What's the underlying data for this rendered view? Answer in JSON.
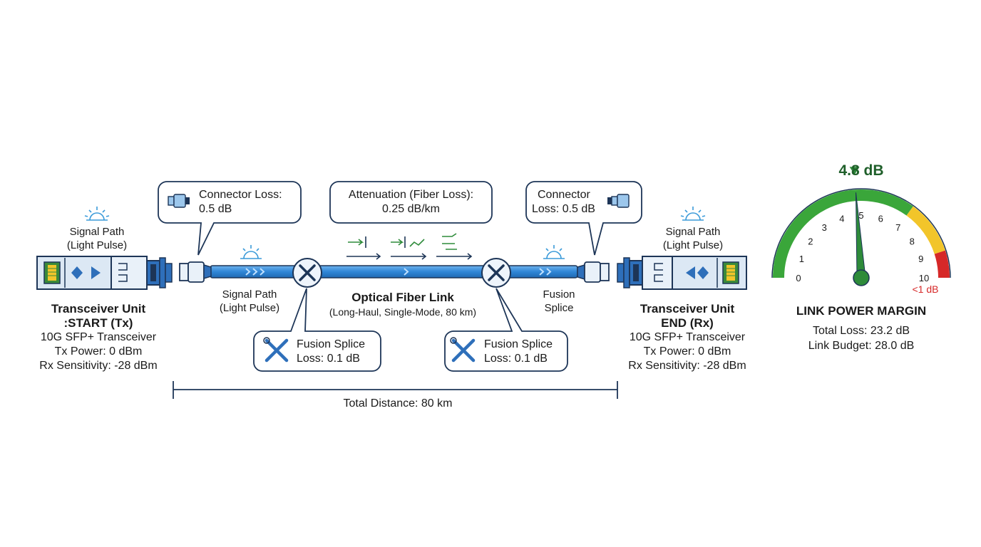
{
  "left_unit": {
    "signal_line1": "Signal Path",
    "signal_line2": "(Light Pulse)",
    "title_line1": "Transceiver Unit",
    "title_line2": ":START (Tx)",
    "spec1": "10G SFP+ Transceiver",
    "spec2": "Tx Power: 0 dBm",
    "spec3": "Rx Sensitivity: -28 dBm"
  },
  "right_unit": {
    "signal_line1": "Signal Path",
    "signal_line2": "(Light Pulse)",
    "title_line1": "Transceiver Unit",
    "title_line2": "END (Rx)",
    "spec1": "10G SFP+ Transceiver",
    "spec2": "Tx Power: 0 dBm",
    "spec3": "Rx Sensitivity: -28 dBm"
  },
  "callouts": {
    "connector_left_line1": "Connector Loss:",
    "connector_left_line2": "0.5 dB",
    "attenuation_line1": "Attenuation (Fiber Loss):",
    "attenuation_line2": "0.25 dB/km",
    "connector_right_line1": "Connector",
    "connector_right_line2": "Loss: 0.5 dB",
    "splice_left_line1": "Fusion Splice",
    "splice_left_line2": "Loss: 0.1 dB",
    "splice_right_line1": "Fusion Splice",
    "splice_right_line2": "Loss: 0.1 dB"
  },
  "link": {
    "signal_mid_line1": "Signal Path",
    "signal_mid_line2": "(Light Pulse)",
    "title": "Optical Fiber Link",
    "subtitle": "(Long-Haul, Single-Mode, 80 km)",
    "fusion_line1": "Fusion",
    "fusion_line2": "Splice",
    "total_distance": "Total Distance: 80 km"
  },
  "gauge": {
    "value_label": "4.8 dB",
    "value": 4.8,
    "min": 0,
    "max": 10,
    "ticks": [
      "0",
      "1",
      "2",
      "3",
      "4",
      "5",
      "6",
      "7",
      "8",
      "9",
      "10"
    ],
    "red_zone_label": "<1 dB",
    "title": "LINK POWER MARGIN",
    "total_loss": "Total Loss: 23.2 dB",
    "link_budget": "Link Budget: 28.0 dB",
    "colors": {
      "green": "#3aa63a",
      "yellow": "#f2c52a",
      "red": "#d62828",
      "needle": "#2e8b3a",
      "value_text": "#1f5f2a"
    }
  },
  "colors": {
    "fiber": "#3a8fdc",
    "outline": "#1d3557",
    "panel": "#dce8f4",
    "accent": "#2e6fba"
  },
  "icons": [
    "sun-icon",
    "transceiver-icon",
    "wrench-screwdriver-icon",
    "connector-icon",
    "arrow-icon"
  ]
}
